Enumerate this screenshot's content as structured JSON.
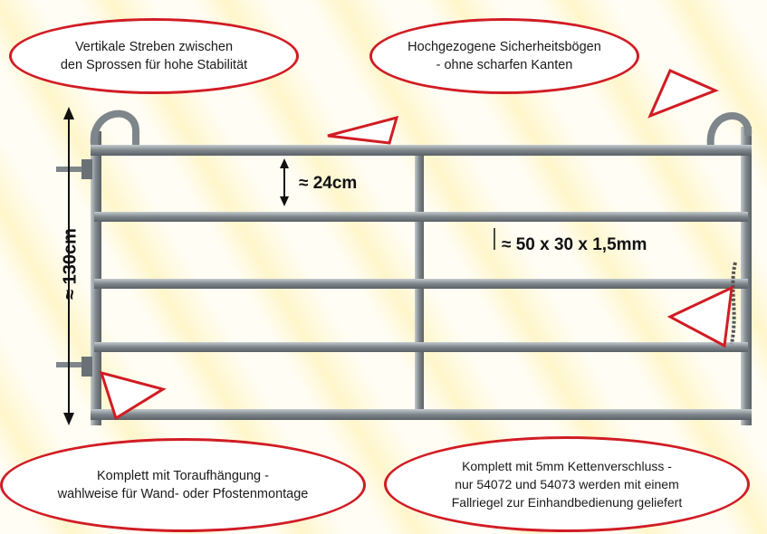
{
  "callouts": {
    "top_left": [
      "Vertikale Streben zwischen",
      "den Sprossen für hohe Stabilität"
    ],
    "top_right": [
      "Hochgezogene Sicherheitsbögen",
      "- ohne scharfen Kanten"
    ],
    "bottom_left": [
      "Komplett mit Toraufhängung -",
      "wahlweise für Wand- oder Pfostenmontage"
    ],
    "bottom_right": [
      "Komplett mit 5mm Kettenverschluss -",
      "nur 54072 und 54073 werden mit einem",
      "Fallriegel zur Einhandbedienung geliefert"
    ]
  },
  "dimensions": {
    "height": "≈ 130cm",
    "spacing": "≈ 24cm",
    "tube": "≈ 50 x 30 x 1,5mm"
  },
  "colors": {
    "accent": "#d11c24",
    "metal": "#8e969b",
    "background": "#fffdf4"
  }
}
